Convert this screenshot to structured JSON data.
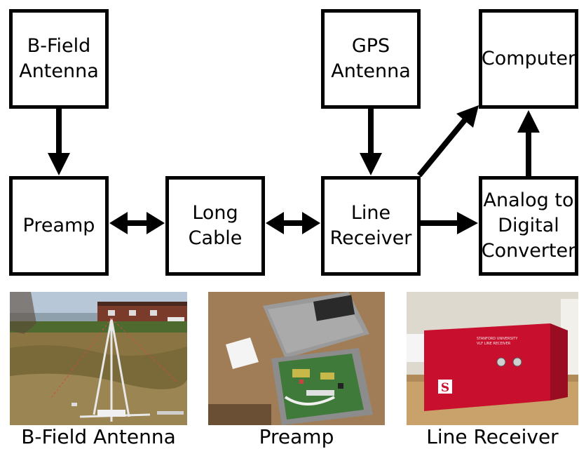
{
  "blocks": {
    "bfield_antenna": "B-Field\nAntenna",
    "gps_antenna": "GPS\nAntenna",
    "computer": "Computer",
    "preamp": "Preamp",
    "long_cable": "Long\nCable",
    "line_receiver": "Line\nReceiver",
    "adc": "Analog to\nDigital\nConverter"
  },
  "photos": {
    "bfield_caption": "B-Field Antenna",
    "preamp_caption": "Preamp",
    "receiver_caption": "Line Receiver",
    "receiver_panel_text": "STANFORD UNIVERSITY\nVLF LINE RECEIVER",
    "receiver_logo": "S"
  },
  "colors": {
    "line": "#000000",
    "receiver_red": "#c8102e",
    "grass": "#7a6a3a",
    "sky": "#b7c7d8",
    "brick": "#7a3b2a",
    "box_gray": "#9a9a9a",
    "board_green": "#3f7a3a",
    "wood": "#c8a26a"
  }
}
